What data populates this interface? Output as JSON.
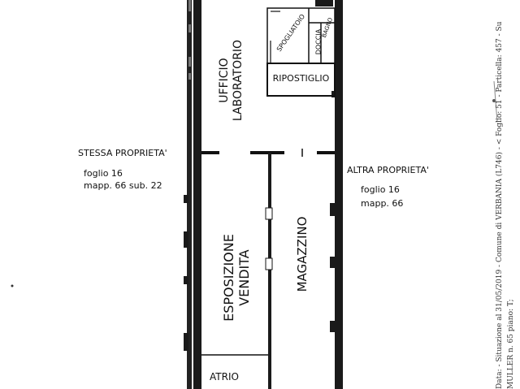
{
  "rooms": {
    "ufficio": [
      "UFFICIO",
      "LABORATORIO"
    ],
    "spogliatoio": "SPOGLIATOIO",
    "doccia": "DOCCIA",
    "bagno": "BAGNO",
    "ripostiglio": "RIPOSTIGLIO",
    "esposizione": [
      "ESPOSIZIONE",
      "VENDITA"
    ],
    "magazzino": "MAGAZZINO",
    "atrio": "ATRIO"
  },
  "left_owner": {
    "title": "STESSA PROPRIETA'",
    "foglio": "foglio 16",
    "mapp": "mapp. 66 sub. 22"
  },
  "right_owner": {
    "title": "ALTRA PROPRIETA'",
    "foglio": "foglio 16",
    "mapp": "mapp. 66"
  },
  "side_text": [
    "Data: - Situazione al 31/05/2019 - Comune di VERBANIA (L746) - < Foglio: 51 - Particella: 457 - Su",
    "MULLER n. 65 piano: T;"
  ]
}
